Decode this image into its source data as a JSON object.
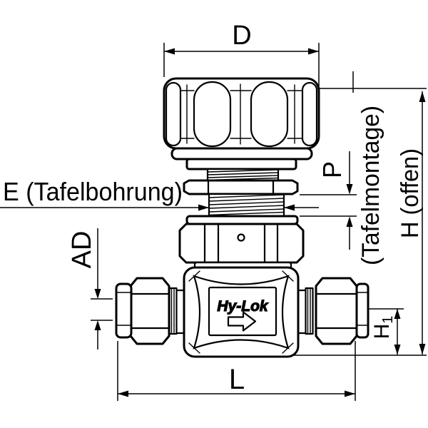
{
  "drawing": {
    "background": "#ffffff",
    "line_color": "#000000",
    "body_logo": "Hy-Lok",
    "labels": {
      "d": "D",
      "e": "E (Tafelbohrung)",
      "p": "P",
      "tafelmontage": "(Tafelmontage)",
      "h_offen": "H (offen)",
      "ad": "AD",
      "h1_main": "H",
      "h1_sub": "1",
      "l": "L"
    }
  }
}
